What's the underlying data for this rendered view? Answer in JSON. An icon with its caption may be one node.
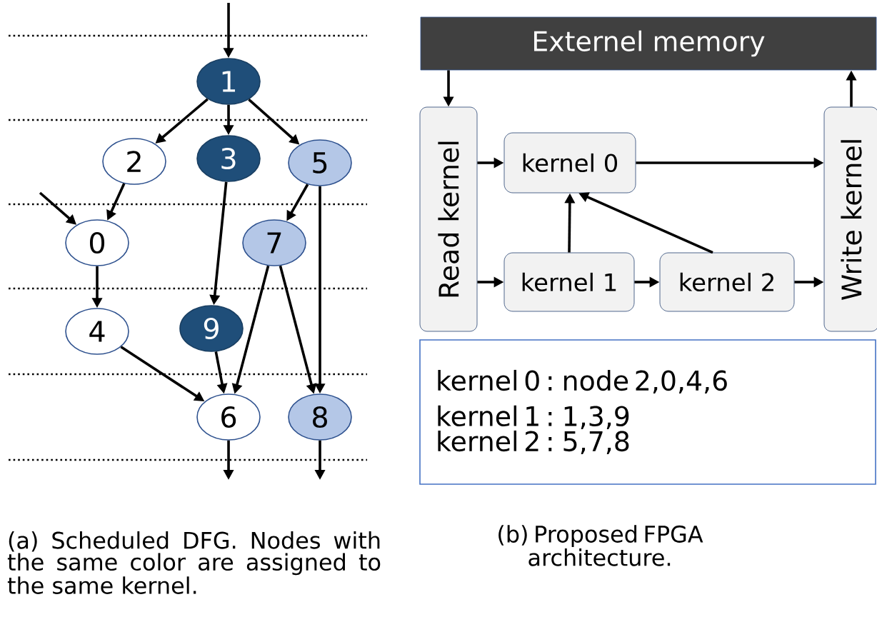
{
  "diagram": {
    "nodes": [
      {
        "text": [
          "1"
        ]
      },
      {
        "text": [
          "2"
        ]
      },
      {
        "text": [
          "3"
        ]
      },
      {
        "text": [
          "5"
        ]
      },
      {
        "text": [
          "0"
        ]
      },
      {
        "text": [
          "7"
        ]
      },
      {
        "text": [
          "4"
        ]
      },
      {
        "text": [
          "9"
        ]
      },
      {
        "text": [
          "6"
        ]
      },
      {
        "text": [
          "8"
        ]
      },
      {
        "text": [
          "Externel memory"
        ]
      },
      {
        "text": [
          "Read kernel"
        ]
      },
      {
        "text": [
          "kernel 0"
        ]
      },
      {
        "text": [
          "kernel 1"
        ]
      },
      {
        "text": [
          "kernel 2"
        ]
      },
      {
        "text": [
          "Write kernel"
        ]
      },
      {
        "text": [
          "kernel 0 : node 2,0,4,6",
          "kernel 1 : 1,3,9",
          "kernel 2 : 5,7,8"
        ]
      }
    ],
    "edges": [
      {
        "from": null,
        "to": 0,
        "arrow": "to"
      },
      {
        "from": 0,
        "to": 1,
        "arrow": "to"
      },
      {
        "from": 0,
        "to": 2,
        "arrow": "to"
      },
      {
        "from": 0,
        "to": 3,
        "arrow": "to"
      },
      {
        "from": null,
        "to": 4,
        "arrow": "to"
      },
      {
        "from": 1,
        "to": 4,
        "arrow": "to"
      },
      {
        "from": 3,
        "to": 5,
        "arrow": "to"
      },
      {
        "from": 3,
        "to": 9,
        "arrow": "to"
      },
      {
        "from": 2,
        "to": 7,
        "arrow": "to"
      },
      {
        "from": 4,
        "to": 6,
        "arrow": "to"
      },
      {
        "from": 5,
        "to": 8,
        "arrow": "to"
      },
      {
        "from": 5,
        "to": 9,
        "arrow": "to"
      },
      {
        "from": 6,
        "to": 8,
        "arrow": "to"
      },
      {
        "from": 7,
        "to": 8,
        "arrow": "to"
      },
      {
        "from": 8,
        "to": null,
        "arrow": "to"
      },
      {
        "from": 9,
        "to": null,
        "arrow": "to"
      },
      {
        "from": 10,
        "to": 11,
        "arrow": "to"
      },
      {
        "from": 15,
        "to": 10,
        "arrow": "to"
      },
      {
        "from": 11,
        "to": 12,
        "arrow": "to"
      },
      {
        "from": 11,
        "to": 13,
        "arrow": "to"
      },
      {
        "from": 12,
        "to": 15,
        "arrow": "to"
      },
      {
        "from": 13,
        "to": 12,
        "arrow": "to"
      },
      {
        "from": 13,
        "to": 14,
        "arrow": "to"
      },
      {
        "from": 14,
        "to": 12,
        "arrow": "to"
      },
      {
        "from": 14,
        "to": 15,
        "arrow": "to"
      }
    ],
    "labels": [
      "(a) Scheduled DFG. Nodes with the same color are assigned to the same kernel.",
      "(b) Proposed FPGA architecture."
    ]
  }
}
